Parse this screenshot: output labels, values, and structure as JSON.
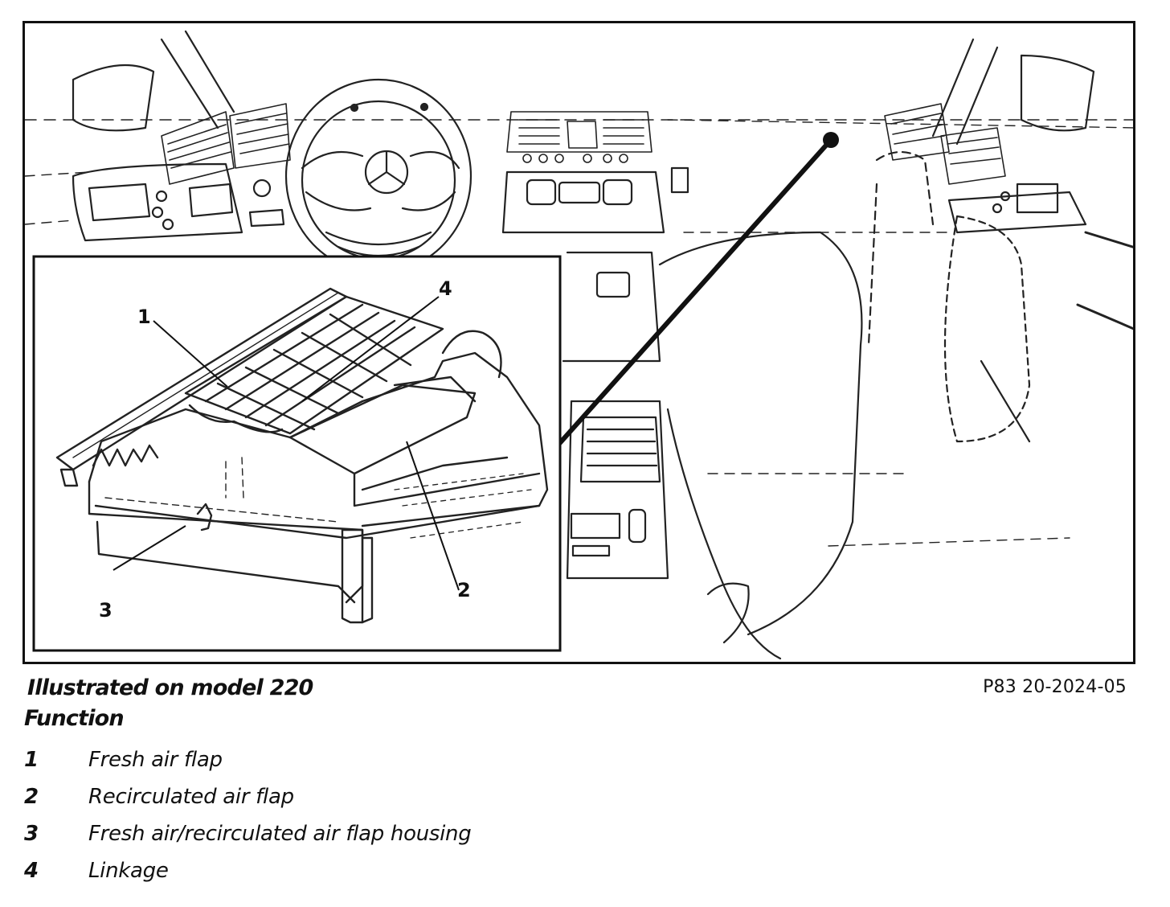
{
  "figure": {
    "callouts": [
      "1",
      "2",
      "3",
      "4"
    ],
    "icons": [
      "dashboard-drawing",
      "flap-housing-drawing",
      "leader-line"
    ]
  },
  "caption": {
    "title": "Illustrated on model 220",
    "section": "Function",
    "reference": "P83 20-2024-05"
  },
  "legend": [
    {
      "num": "1",
      "label": "Fresh air flap"
    },
    {
      "num": "2",
      "label": "Recirculated air flap"
    },
    {
      "num": "3",
      "label": "Fresh air/recirculated air flap housing"
    },
    {
      "num": "4",
      "label": "Linkage"
    }
  ]
}
